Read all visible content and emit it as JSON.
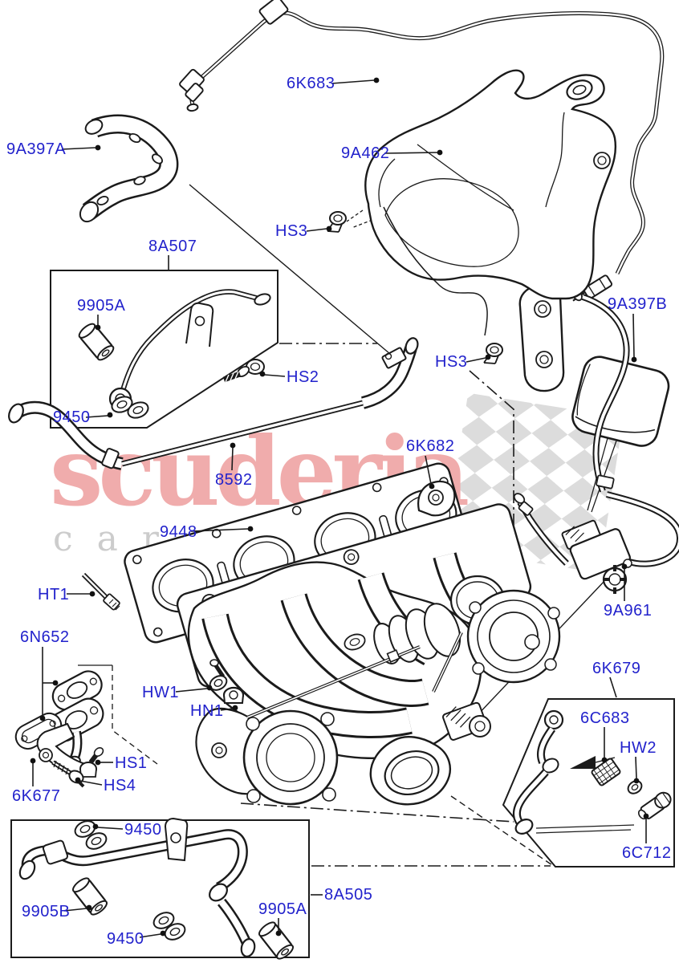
{
  "watermark": {
    "line1": "scuderia",
    "line2": "car parts"
  },
  "colors": {
    "label_blue": "#2222cc",
    "line_black": "#1b1b1b",
    "watermark_red": "#f0acac",
    "watermark_gray": "#cccccc",
    "checker_gray": "#dcdcdc"
  },
  "labels": [
    {
      "id": "6K683",
      "text": "6K683"
    },
    {
      "id": "9A397A",
      "text": "9A397A"
    },
    {
      "id": "9A462",
      "text": "9A462"
    },
    {
      "id": "HS3-top",
      "text": "HS3"
    },
    {
      "id": "8A507",
      "text": "8A507"
    },
    {
      "id": "9905A",
      "text": "9905A"
    },
    {
      "id": "HS2",
      "text": "HS2"
    },
    {
      "id": "9450-a",
      "text": "9450"
    },
    {
      "id": "8592",
      "text": "8592"
    },
    {
      "id": "6K682",
      "text": "6K682"
    },
    {
      "id": "9448",
      "text": "9448"
    },
    {
      "id": "HT1",
      "text": "HT1"
    },
    {
      "id": "9A397B",
      "text": "9A397B"
    },
    {
      "id": "HS3-mid",
      "text": "HS3"
    },
    {
      "id": "6N652",
      "text": "6N652"
    },
    {
      "id": "HW1",
      "text": "HW1"
    },
    {
      "id": "HN1",
      "text": "HN1"
    },
    {
      "id": "HS1",
      "text": "HS1"
    },
    {
      "id": "HS4",
      "text": "HS4"
    },
    {
      "id": "6K677",
      "text": "6K677"
    },
    {
      "id": "9450-b",
      "text": "9450"
    },
    {
      "id": "9905B",
      "text": "9905B"
    },
    {
      "id": "9450-c",
      "text": "9450"
    },
    {
      "id": "9905A-b",
      "text": "9905A"
    },
    {
      "id": "8A505",
      "text": "8A505"
    },
    {
      "id": "9A961",
      "text": "9A961"
    },
    {
      "id": "6K679",
      "text": "6K679"
    },
    {
      "id": "6C683",
      "text": "6C683"
    },
    {
      "id": "HW2",
      "text": "HW2"
    },
    {
      "id": "6C712",
      "text": "6C712"
    }
  ]
}
